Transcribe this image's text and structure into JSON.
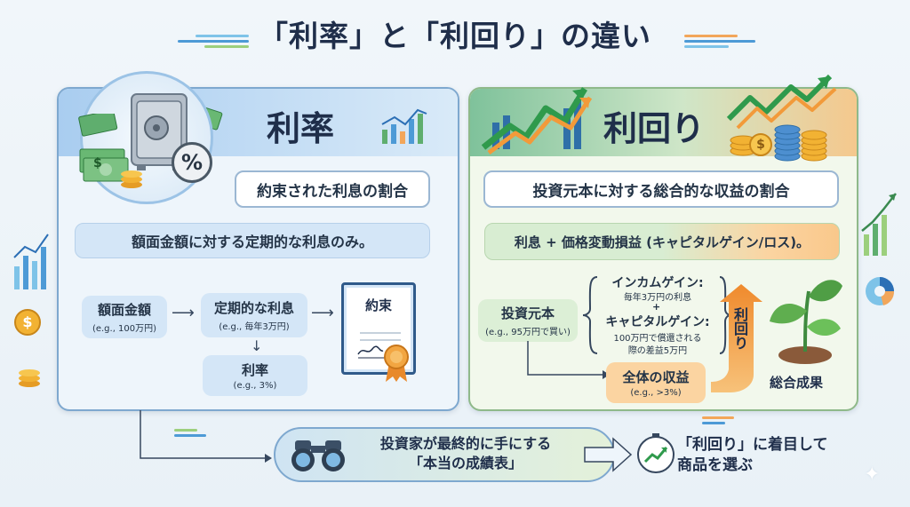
{
  "title": "「利率」と「利回り」の違い",
  "left": {
    "heading": "利率",
    "definition": "約束された利息の割合",
    "description": "額面金額に対する定期的な利息のみ。",
    "face_value": {
      "label": "額面金額",
      "example": "(e.g., 100万円)"
    },
    "periodic_interest": {
      "label": "定期的な利息",
      "example": "(e.g., 毎年3万円)"
    },
    "rate": {
      "label": "利率",
      "example": "(e.g., 3%)"
    },
    "contract_label": "約束",
    "safe_symbol": "%",
    "dollar_symbol": "$"
  },
  "right": {
    "heading": "利回り",
    "definition": "投資元本に対する総合的な収益の割合",
    "description": "利息 + 価格変動損益 (キャピタルゲイン/ロス)。",
    "principal": {
      "label": "投資元本",
      "example": "(e.g., 95万円で買い)"
    },
    "income_gain": {
      "label": "インカムゲイン:",
      "detail": "毎年3万円の利息"
    },
    "plus": "+",
    "capital_gain": {
      "label": "キャピタルゲイン:",
      "detail1": "100万円で償還される",
      "detail2": "際の差益5万円"
    },
    "total_return": {
      "label": "全体の収益",
      "example": "(e.g., >3%)"
    },
    "yield_arrow_label": "利回り",
    "result_label": "総合成果",
    "coin_symbol": "$"
  },
  "bottom": {
    "line1": "投資家が最終的に手にする",
    "line2": "「本当の成績表」",
    "final_line1": "「利回り」に着目して",
    "final_line2": "商品を選ぶ"
  },
  "colors": {
    "navy": "#1f2e4a",
    "blue": "#7ea8cf",
    "green": "#5fae6e",
    "orange": "#f29a3a"
  }
}
